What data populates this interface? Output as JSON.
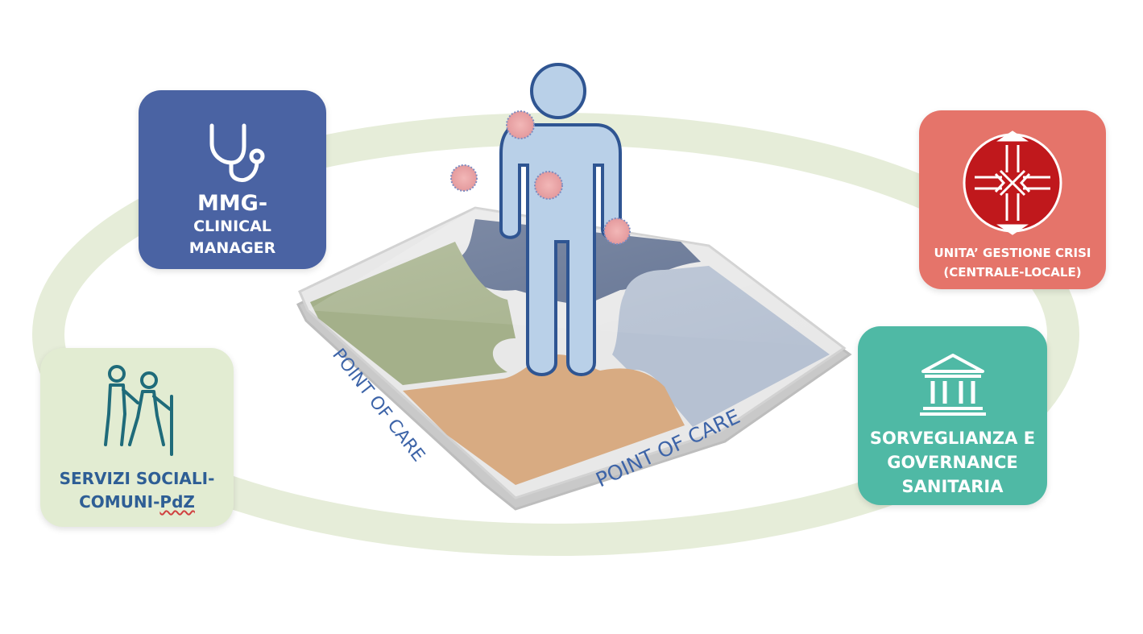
{
  "boxes": {
    "mmg": {
      "title": "MMG-",
      "line2": "CLINICAL",
      "line3": "MANAGER",
      "icon": "stethoscope-icon",
      "color": "#4a63a3"
    },
    "crisi": {
      "line1": "UNITA’ GESTIONE CRISI",
      "line2": "(CENTRALE-LOCALE)",
      "icon": "converging-arrows-icon",
      "color": "#e5746a"
    },
    "sorveglianza": {
      "line1": "SORVEGLIANZA E",
      "line2": "GOVERNANCE",
      "line3": "SANITARIA",
      "icon": "institution-building-icon",
      "color": "#4fb9a5"
    },
    "servizi": {
      "line1": "SERVIZI SOCIALI-",
      "line2a": "COMUNI-",
      "line2b": "PdZ",
      "icon": "caregiver-elderly-icon",
      "color": "#e2ecd2"
    }
  },
  "platform": {
    "label_left": "POINT OF CARE",
    "label_bottom": "POINT OF CARE",
    "pieces": {
      "top": "#5a6a8c",
      "left": "#a4b08a",
      "right": "#b6c1d2",
      "bottom": "#d8ab82"
    }
  },
  "ring_color": "#e6edd9",
  "patient_color": "#b9d0e8"
}
